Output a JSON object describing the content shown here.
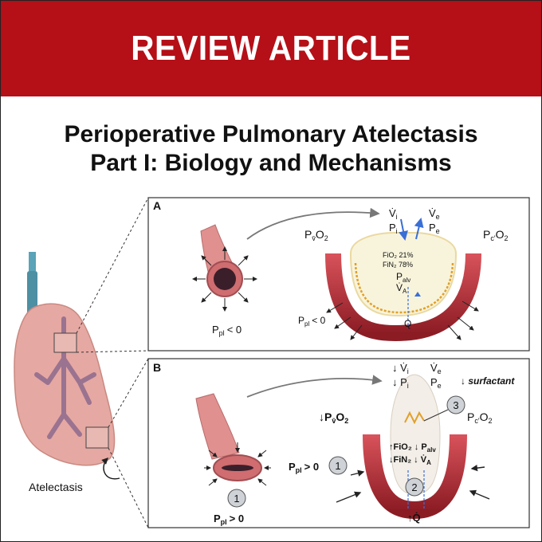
{
  "banner": {
    "label": "REVIEW ARTICLE"
  },
  "title": {
    "line1": "Perioperative Pulmonary Atelectasis",
    "line2": "Part I: Biology and Mechanisms"
  },
  "lung": {
    "label": "Atelectasis"
  },
  "panelA": {
    "letter": "A",
    "ppl_airway": "P",
    "ppl_airway_sub": "pl",
    "ppl_airway_rel": "< 0",
    "ppl_alv": "P",
    "ppl_alv_sub": "pl",
    "ppl_alv_rel": "< 0",
    "pvo2": "P",
    "pvo2_sub": "v̄",
    "pvo2_tail": "O",
    "pvo2_sub2": "2",
    "pco2": "P",
    "pco2_sub": "c'",
    "pco2_tail": "O",
    "pco2_sub2": "2",
    "vi": "V̇",
    "vi_sub": "i",
    "ve": "V̇",
    "ve_sub": "e",
    "pi": "P",
    "pi_sub": "i",
    "pe": "P",
    "pe_sub": "e",
    "fio2": "FiO₂ 21%",
    "fin2": "FiN₂ 78%",
    "palv": "P",
    "palv_sub": "alv",
    "va": "V̇",
    "va_sub": "A",
    "q": "Q̇"
  },
  "panelB": {
    "letter": "B",
    "ppl_airway": "P",
    "ppl_airway_sub": "pl",
    "ppl_airway_rel": "> 0",
    "ppl_alv": "P",
    "ppl_alv_sub": "pl",
    "ppl_alv_rel": "> 0",
    "vi": "↓ V̇",
    "vi_sub": "i",
    "pi": "↓ P",
    "pi_sub": "i",
    "ve": "V̇",
    "ve_sub": "e",
    "pe": "P",
    "pe_sub": "e",
    "surfactant": "↓ surfactant",
    "pvo2": "↓P",
    "pvo2_sub": "v̄",
    "pvo2_tail": "O",
    "pvo2_sub2": "2",
    "pco2": "P",
    "pco2_sub": "c'",
    "pco2_tail": "O",
    "pco2_sub2": "2",
    "fio2": "↑FiO₂ ↓ P",
    "fio2_sub": "alv",
    "fin2": "↓FiN₂ ↓ V̇",
    "fin2_sub": "A",
    "q": "↑Q̇",
    "marker1": "1",
    "marker1b": "1",
    "marker2": "2",
    "marker3": "3"
  },
  "colors": {
    "banner": "#b50f17",
    "vessel": "#c8404a",
    "airway": "#e5a3a0"
  }
}
